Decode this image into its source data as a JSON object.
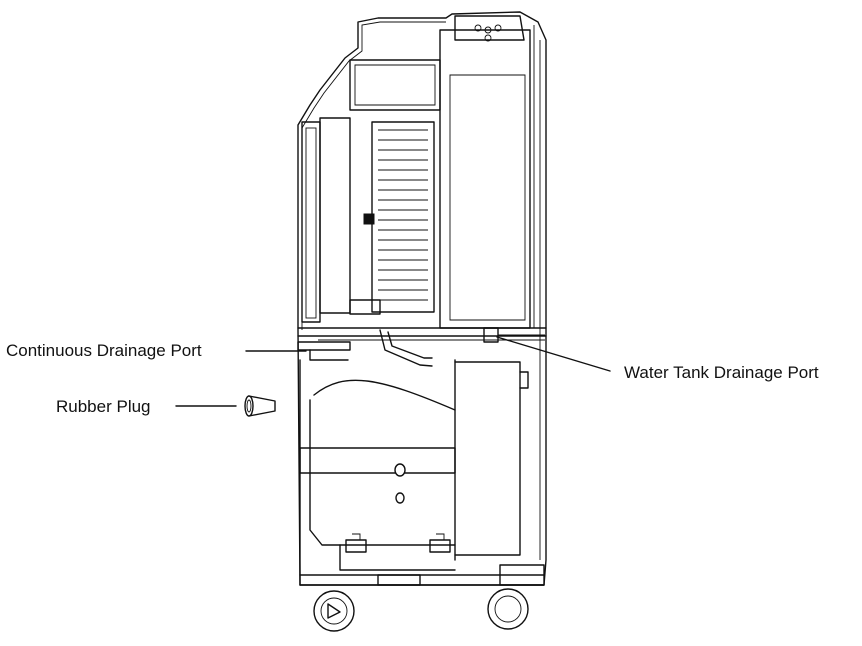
{
  "labels": {
    "continuous_drainage_port": "Continuous Drainage Port",
    "rubber_plug": "Rubber Plug",
    "water_tank_drainage_port": "Water Tank Drainage Port"
  }
}
